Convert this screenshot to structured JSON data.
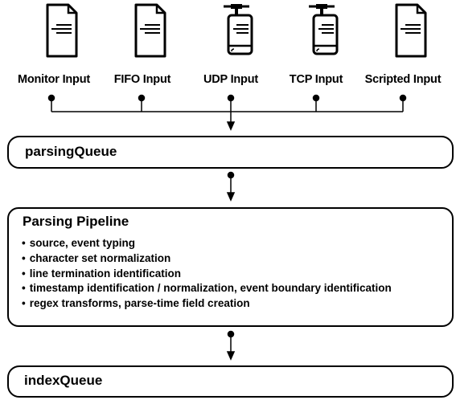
{
  "inputs": [
    {
      "label": "Monitor Input",
      "icon": "document-icon"
    },
    {
      "label": "FIFO Input",
      "icon": "document-icon"
    },
    {
      "label": "UDP Input",
      "icon": "network-device-icon"
    },
    {
      "label": "TCP Input",
      "icon": "network-device-icon"
    },
    {
      "label": "Scripted Input",
      "icon": "document-icon"
    }
  ],
  "parsing_queue": {
    "title": "parsingQueue"
  },
  "pipeline": {
    "title": "Parsing Pipeline",
    "items": [
      "source, event typing",
      "character set normalization",
      "line termination identification",
      "timestamp identification / normalization, event boundary identification",
      "regex transforms, parse-time field creation"
    ]
  },
  "index_queue": {
    "title": "indexQueue"
  }
}
